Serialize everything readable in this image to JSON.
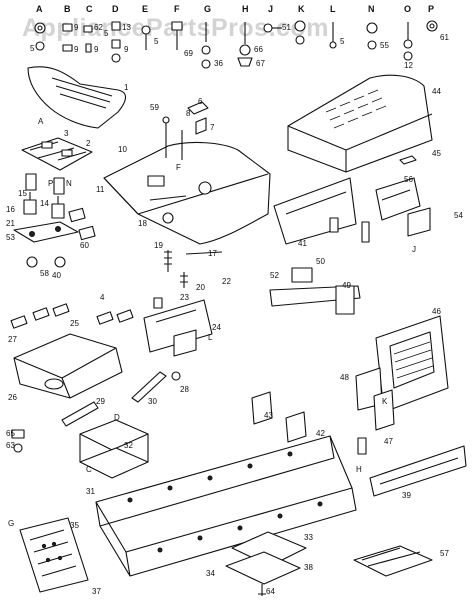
{
  "watermark": "AppliancePartsPros.com",
  "hardware_letters": [
    "A",
    "B",
    "C",
    "D",
    "E",
    "F",
    "G",
    "H",
    "J",
    "K",
    "L",
    "N",
    "O",
    "P"
  ],
  "hardware_numbers": [
    "5",
    "9",
    "62",
    "13",
    "9",
    "9",
    "69",
    "36",
    "66",
    "67",
    "51",
    "5",
    "55",
    "12",
    "61",
    "5",
    "5",
    "9",
    "58"
  ],
  "callouts": [
    "1",
    "2",
    "3",
    "4",
    "6",
    "7",
    "8",
    "10",
    "11",
    "14",
    "15",
    "16",
    "17",
    "18",
    "19",
    "20",
    "21",
    "22",
    "23",
    "24",
    "25",
    "26",
    "27",
    "28",
    "29",
    "30",
    "31",
    "32",
    "33",
    "34",
    "35",
    "37",
    "38",
    "39",
    "40",
    "41",
    "42",
    "43",
    "44",
    "45",
    "46",
    "47",
    "48",
    "49",
    "50",
    "52",
    "53",
    "54",
    "56",
    "57",
    "59",
    "60",
    "63",
    "64",
    "65"
  ],
  "ref_letters": [
    "A",
    "N",
    "P",
    "F",
    "D",
    "C",
    "G",
    "H",
    "J",
    "K",
    "L"
  ]
}
